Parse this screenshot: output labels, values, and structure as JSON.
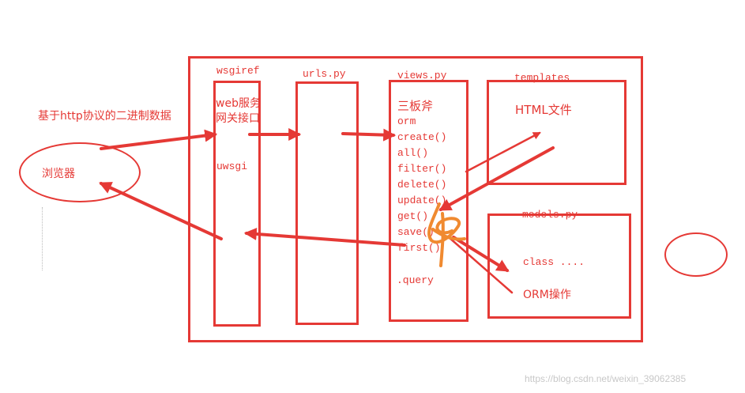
{
  "colors": {
    "accent": "#e53935",
    "scribble": "#f08a30",
    "watermark": "#c8c8c8"
  },
  "label_protocol": "基于http协议的二进制数据",
  "browser": {
    "label": "浏览器"
  },
  "wsgiref": {
    "title": "wsgiref",
    "line1": "web服务",
    "line2": "网关接口",
    "uwsgi": "uwsgi"
  },
  "urls": {
    "title": "urls.py"
  },
  "views": {
    "title": "views.py",
    "items": [
      "三板斧",
      "orm",
      "create()",
      "all()",
      "filter()",
      "delete()",
      "update()",
      "get()",
      "save()",
      "first()"
    ],
    "query": ".query"
  },
  "templates": {
    "title": "templates",
    "content": "HTML文件"
  },
  "models": {
    "title": "models.py",
    "class_text": "class ....",
    "orm_op": "ORM操作"
  },
  "watermark": "https://blog.csdn.net/weixin_39062385"
}
